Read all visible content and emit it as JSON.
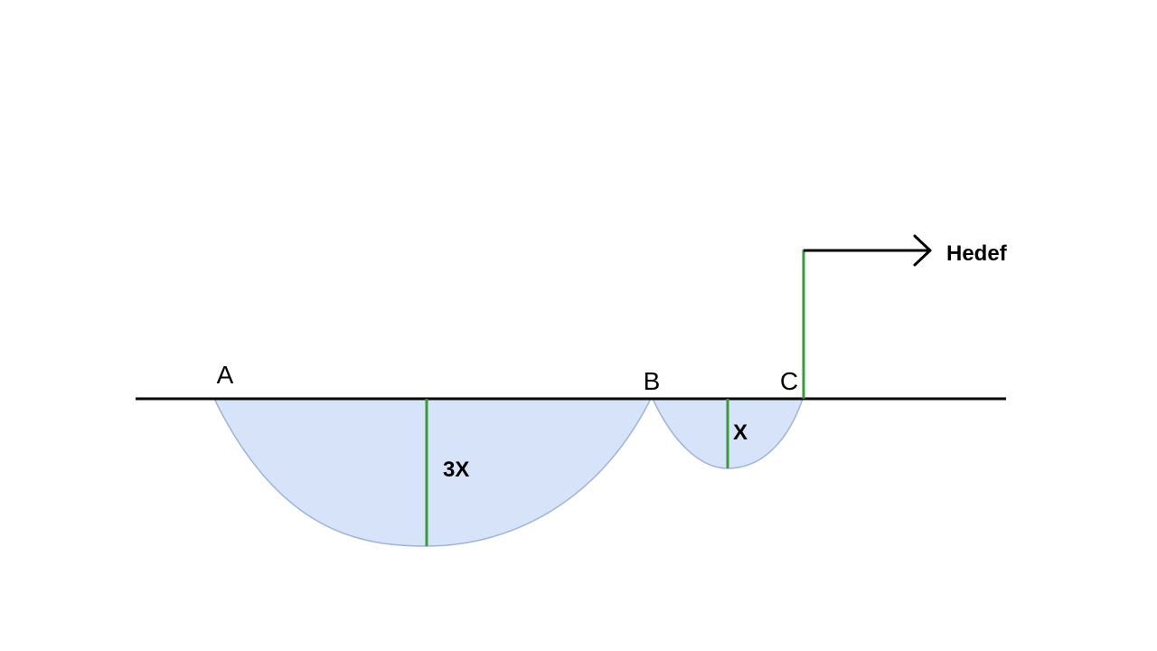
{
  "points": {
    "a": "A",
    "b": "B",
    "c": "C"
  },
  "depths": {
    "large": "3X",
    "small": "X"
  },
  "target_label": "Hedef",
  "colors": {
    "fill": "#d6e3f8",
    "curve": "#9fb4d6",
    "depth_line": "#3a9a3a",
    "baseline": "#000000",
    "arrow": "#000000"
  }
}
